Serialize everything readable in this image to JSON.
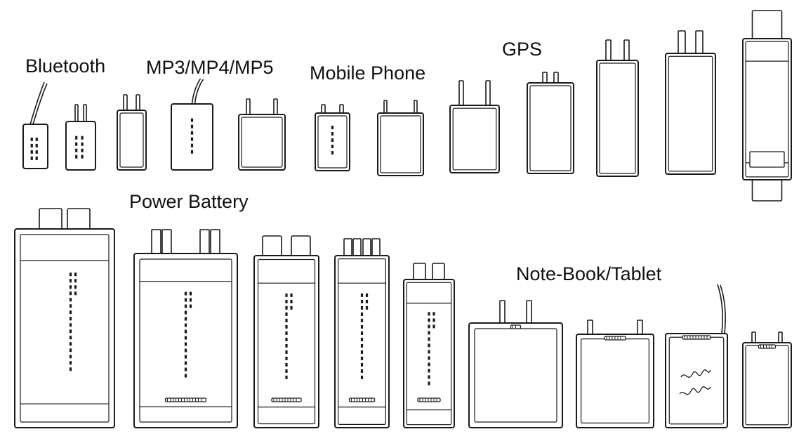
{
  "labels": {
    "bluetooth": "Bluetooth",
    "mp3": "MP3/MP4/MP5",
    "mobile": "Mobile Phone",
    "gps": "GPS",
    "power": "Power Battery",
    "notebook": "Note-Book/Tablet"
  },
  "colors": {
    "stroke": "#1a1a1a",
    "fill": "#ffffff",
    "label": "#111111"
  }
}
